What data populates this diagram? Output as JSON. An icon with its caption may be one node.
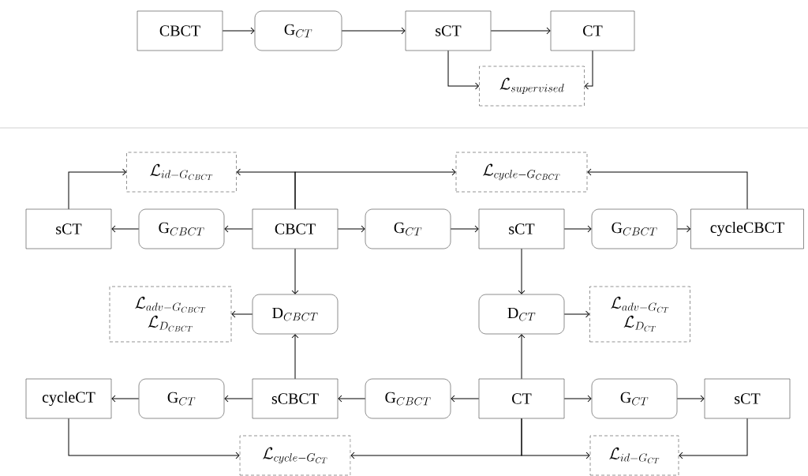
{
  "diagram": {
    "nodes": [
      {
        "text": [
          "\\mathrm{CBCT}"
        ]
      },
      {
        "text": [
          "\\mathrm{G}_{CT}"
        ]
      },
      {
        "text": [
          "\\mathrm{sCT}"
        ]
      },
      {
        "text": [
          "\\mathrm{CT}"
        ]
      },
      {
        "text": [
          "\\mathcal{L}_{supervised}"
        ]
      },
      {
        "text": [
          "\\mathcal{L}_{id-G_{CBCT}}"
        ]
      },
      {
        "text": [
          "\\mathcal{L}_{cycle-G_{CBCT}}"
        ]
      },
      {
        "text": [
          "\\mathrm{sCT}"
        ]
      },
      {
        "text": [
          "\\mathrm{G}_{CBCT}"
        ]
      },
      {
        "text": [
          "\\mathrm{CBCT}"
        ]
      },
      {
        "text": [
          "\\mathrm{G}_{CT}"
        ]
      },
      {
        "text": [
          "\\mathrm{sCT}"
        ]
      },
      {
        "text": [
          "\\mathrm{G}_{CBCT}"
        ]
      },
      {
        "text": [
          "\\mathrm{cycleCBCT}"
        ]
      },
      {
        "text": [
          "\\mathcal{L}_{adv-G_{CBCT}}",
          "\\mathcal{L}_{D_{CBCT}}"
        ]
      },
      {
        "text": [
          "\\mathrm{D}_{CBCT}"
        ]
      },
      {
        "text": [
          "\\mathrm{D}_{CT}"
        ]
      },
      {
        "text": [
          "\\mathcal{L}_{adv-G_{CT}}",
          "\\mathcal{L}_{D_{CT}}"
        ]
      },
      {
        "text": [
          "\\mathrm{cycleCT}"
        ]
      },
      {
        "text": [
          "\\mathrm{G}_{CT}"
        ]
      },
      {
        "text": [
          "\\mathrm{sCBCT}"
        ]
      },
      {
        "text": [
          "\\mathrm{G}_{CBCT}"
        ]
      },
      {
        "text": [
          "\\mathrm{CT}"
        ]
      },
      {
        "text": [
          "\\mathrm{G}_{CT}"
        ]
      },
      {
        "text": [
          "\\mathrm{sCT}"
        ]
      },
      {
        "text": [
          "\\mathcal{L}_{cycle-G_{CT}}"
        ]
      },
      {
        "text": [
          "\\mathcal{L}_{id-G_{CT}}"
        ]
      }
    ],
    "edges": [
      {
        "from": 0,
        "to": 1,
        "arrow": "to"
      },
      {
        "from": 1,
        "to": 2,
        "arrow": "to"
      },
      {
        "from": 2,
        "to": 3,
        "arrow": "to"
      },
      {
        "from": 2,
        "to": 4,
        "arrow": "to"
      },
      {
        "from": 3,
        "to": 4,
        "arrow": "to"
      },
      {
        "from": 9,
        "to": 8,
        "arrow": "to"
      },
      {
        "from": 8,
        "to": 7,
        "arrow": "to"
      },
      {
        "from": 9,
        "to": 10,
        "arrow": "to"
      },
      {
        "from": 10,
        "to": 11,
        "arrow": "to"
      },
      {
        "from": 11,
        "to": 12,
        "arrow": "to"
      },
      {
        "from": 12,
        "to": 13,
        "arrow": "to"
      },
      {
        "from": 7,
        "to": 5,
        "arrow": "to"
      },
      {
        "from": 9,
        "to": 5,
        "arrow": "to"
      },
      {
        "from": 9,
        "to": 6,
        "arrow": "to"
      },
      {
        "from": 13,
        "to": 6,
        "arrow": "to"
      },
      {
        "from": 9,
        "to": 15,
        "arrow": "to"
      },
      {
        "from": 15,
        "to": 14,
        "arrow": "to"
      },
      {
        "from": 11,
        "to": 16,
        "arrow": "to"
      },
      {
        "from": 16,
        "to": 17,
        "arrow": "to"
      },
      {
        "from": 20,
        "to": 15,
        "arrow": "to"
      },
      {
        "from": 22,
        "to": 16,
        "arrow": "to"
      },
      {
        "from": 22,
        "to": 21,
        "arrow": "to"
      },
      {
        "from": 21,
        "to": 20,
        "arrow": "to"
      },
      {
        "from": 20,
        "to": 19,
        "arrow": "to"
      },
      {
        "from": 19,
        "to": 18,
        "arrow": "to"
      },
      {
        "from": 22,
        "to": 23,
        "arrow": "to"
      },
      {
        "from": 23,
        "to": 24,
        "arrow": "to"
      },
      {
        "from": 18,
        "to": 25,
        "arrow": "to"
      },
      {
        "from": 22,
        "to": 25,
        "arrow": "to"
      },
      {
        "from": 22,
        "to": 26,
        "arrow": "to"
      },
      {
        "from": 24,
        "to": 26,
        "arrow": "to"
      }
    ]
  }
}
